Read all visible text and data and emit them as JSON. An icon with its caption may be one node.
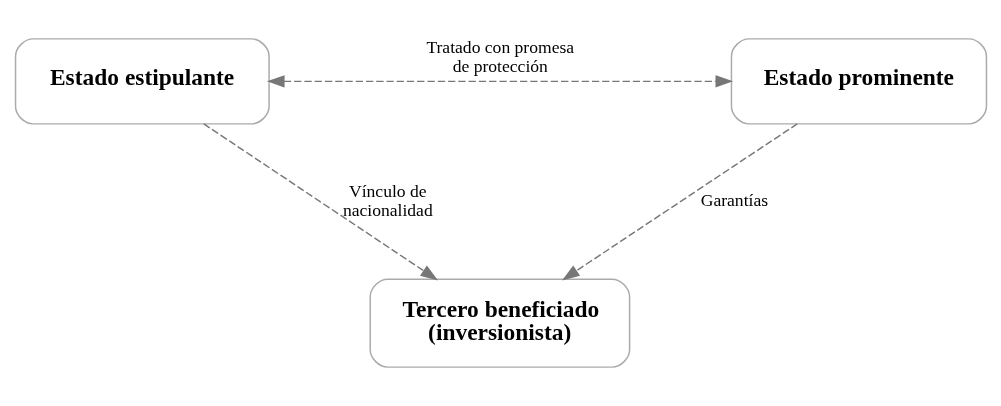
{
  "diagram": {
    "nodes": [
      {
        "text": [
          "Estado estipulante"
        ]
      },
      {
        "text": [
          "Estado prominente"
        ]
      },
      {
        "text": [
          "Tercero beneficiado (inversionista)"
        ]
      }
    ],
    "edges": [
      {
        "from": 0,
        "to": 1,
        "arrow": "both",
        "style": "dashed",
        "label": "Tratado con promesa de protección"
      },
      {
        "from": 0,
        "to": 2,
        "arrow": "to",
        "style": "dashed",
        "label": "Vínculo de nacionalidad"
      },
      {
        "from": 1,
        "to": 2,
        "arrow": "to",
        "style": "dashed",
        "label": "Garantías"
      }
    ]
  }
}
